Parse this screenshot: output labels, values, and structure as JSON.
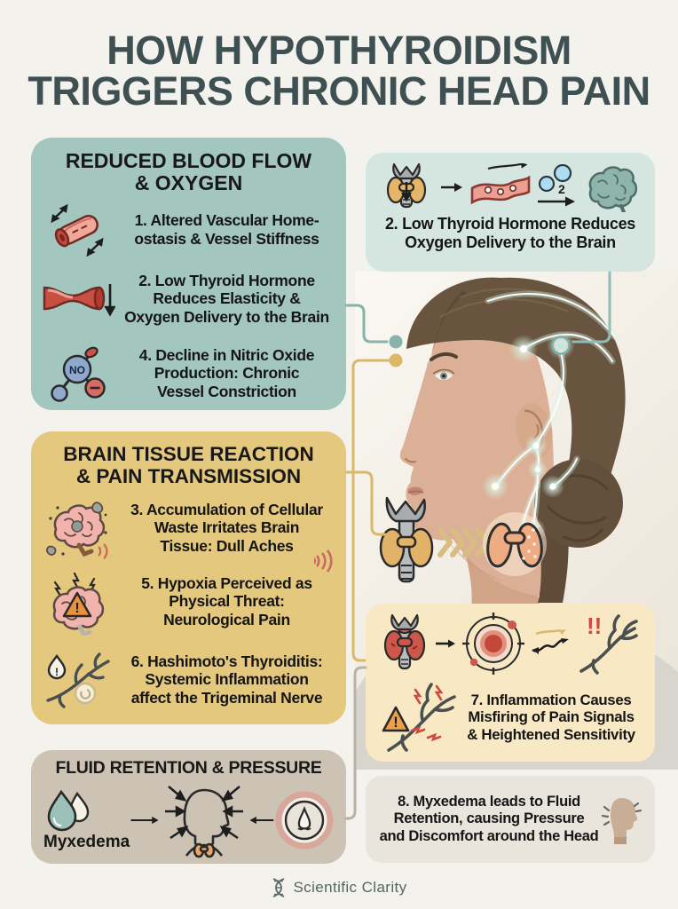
{
  "title": {
    "text": "HOW HYPOTHYROIDISM\nTRIGGERS CHRONIC HEAD PAIN"
  },
  "colors": {
    "background": "#f4f2ec",
    "title": "#3e5051",
    "teal_box": "#a3c6be",
    "yellow_box": "#e4c87e",
    "tan_box": "#cdc3b5",
    "mint_box": "#d5e6e1",
    "cream_box": "#f8e9c4",
    "gray_box": "#e9e5dd",
    "connector_teal": "#87b3ab",
    "connector_yellow": "#d9b968",
    "connector_gray": "#b9b2a7",
    "accent_red": "#cd574a"
  },
  "boxes": {
    "blood_flow": {
      "heading": "REDUCED BLOOD FLOW\n& OXYGEN",
      "items": [
        {
          "icon": "vessel-stretch-icon",
          "text": "1. Altered Vascular Home-\nostasis & Vessel Stiffness"
        },
        {
          "icon": "vessel-constricted-icon",
          "text": "2. Low Thyroid Hormone\nReduces Elasticity &\nOxygen Delivery to the Brain"
        },
        {
          "icon": "nitric-oxide-molecule-icon",
          "text": "4. Decline in Nitric Oxide\nProduction: Chronic\nVessel Constriction"
        }
      ]
    },
    "brain_tissue": {
      "heading": "BRAIN TISSUE REACTION\n& PAIN TRANSMISSION",
      "items": [
        {
          "icon": "brain-waste-icon",
          "text": "3. Accumulation of Cellular\nWaste Irritates Brain\nTissue: Dull Aches"
        },
        {
          "icon": "brain-alert-icon",
          "text": "5. Hypoxia Perceived as\nPhysical Threat:\nNeurological Pain"
        },
        {
          "icon": "nerve-inflammation-icon",
          "text": "6. Hashimoto's Thyroiditis:\nSystemic Inflammation\naffect the Trigeminal Nerve"
        }
      ]
    },
    "fluid_retention": {
      "heading": "FLUID RETENTION & PRESSURE",
      "label": "Myxedema"
    },
    "oxygen_delivery": {
      "text": "2. Low Thyroid Hormone Reduces\nOxygen Delivery to the Brain"
    },
    "inflammation": {
      "text": "7. Inflammation Causes\nMisfiring of Pain Signals\n& Heightened Sensitivity"
    },
    "myxedema": {
      "text": "8. Myxedema leads to Fluid\nRetention, causing Pressure\nand Discomfort around the Head"
    }
  },
  "labels": {
    "no_molecule": "NO",
    "o2_sub": "2",
    "exclaim": "!",
    "double_exclaim": "!!"
  },
  "footer": {
    "brand": "Scientific Clarity"
  }
}
